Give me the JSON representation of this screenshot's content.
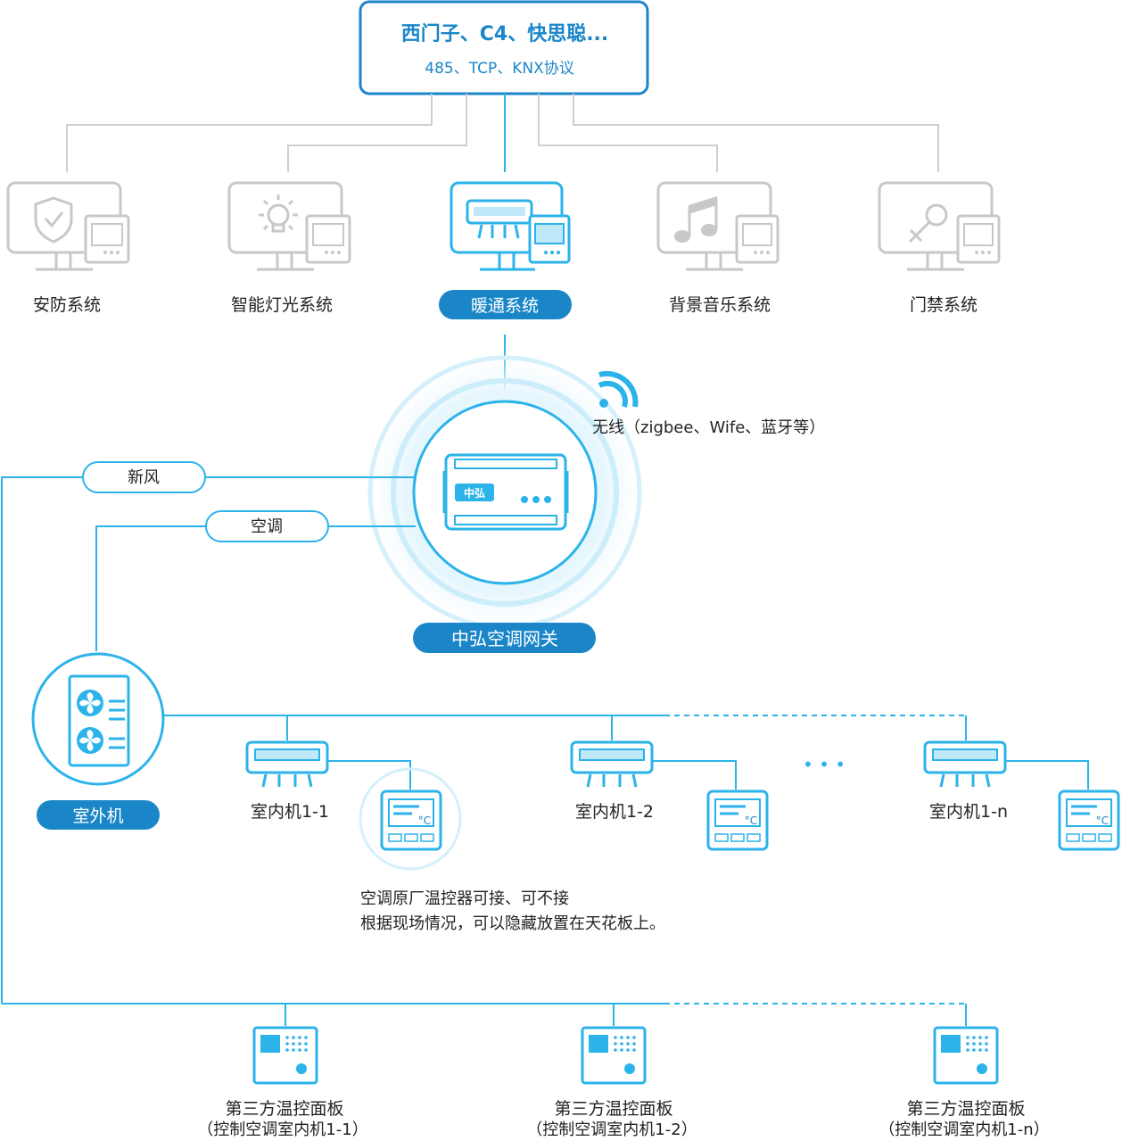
{
  "top_box": {
    "title": "西门子、C4、快思聪...",
    "subtitle": "485、TCP、KNX协议"
  },
  "systems": [
    {
      "label": "安防系统",
      "icon": "shield-icon"
    },
    {
      "label": "智能灯光系统",
      "icon": "bulb-icon"
    },
    {
      "label": "暖通系统",
      "icon": "aircon-icon",
      "highlighted": true
    },
    {
      "label": "背景音乐系统",
      "icon": "music-icon"
    },
    {
      "label": "门禁系统",
      "icon": "key-icon"
    }
  ],
  "wireless_label": "无线（zigbee、Wife、蓝牙等）",
  "gateway_label": "中弘空调网关",
  "gateway_logo": "中弘",
  "link_labels": {
    "fresh_air": "新风",
    "aircon": "空调"
  },
  "outdoor_label": "室外机",
  "indoor_units": [
    "室内机1-1",
    "室内机1-2",
    "室内机1-n"
  ],
  "thermostat_unit": "°C",
  "ellipsis": "• • •",
  "note_lines": [
    "空调原厂温控器可接、可不接",
    "根据现场情况，可以隐藏放置在天花板上。"
  ],
  "panels": [
    {
      "name": "第三方温控面板",
      "sub": "（控制空调室内机1-1）"
    },
    {
      "name": "第三方温控面板",
      "sub": "（控制空调室内机1-2）"
    },
    {
      "name": "第三方温控面板",
      "sub": "（控制空调室内机1-n）"
    }
  ],
  "colors": {
    "accent": "#2bb3ea",
    "badge": "#1a86c8",
    "grey": "#c8c8c8"
  }
}
